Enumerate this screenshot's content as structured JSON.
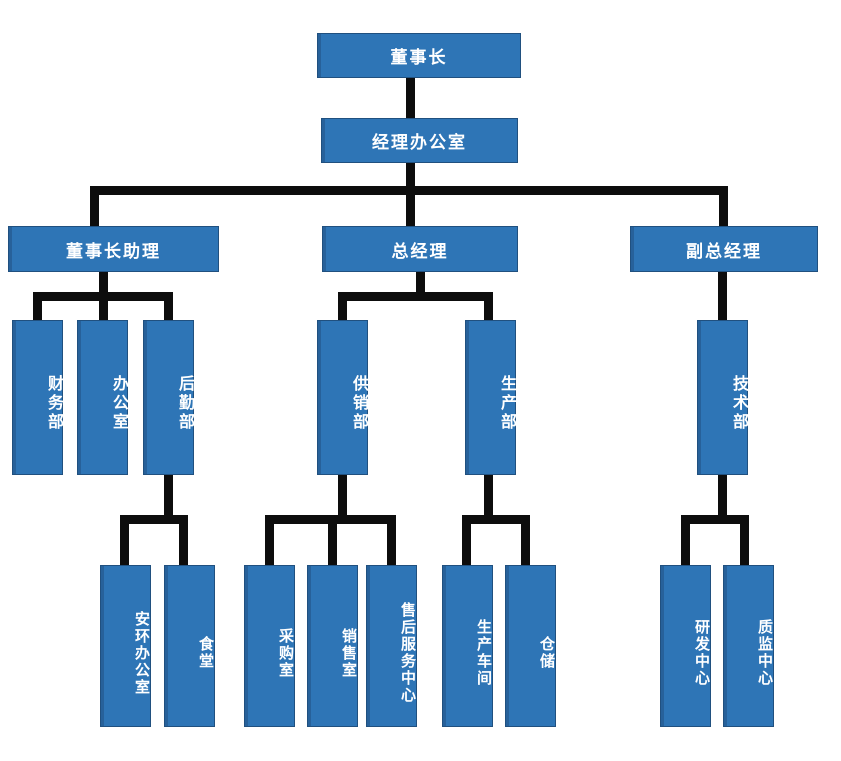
{
  "chart_data": {
    "type": "diagram",
    "diagram_type": "organizational-chart",
    "title": "",
    "orientation": "top-down",
    "node_fill_color": "#2E75B6",
    "node_text_color": "#FFFFFF",
    "connector_color": "#0D0D0D",
    "background_color": "#FFFFFF",
    "levels": [
      {
        "level": 1,
        "labels": [
          "董事长"
        ]
      },
      {
        "level": 2,
        "labels": [
          "经理办公室"
        ]
      },
      {
        "level": 3,
        "labels": [
          "董事长助理",
          "总经理",
          "副总经理"
        ]
      },
      {
        "level": 4,
        "labels": [
          "财务部",
          "办公室",
          "后勤部",
          "供销部",
          "生产部",
          "技术部"
        ]
      },
      {
        "level": 5,
        "labels": [
          "安环办公室",
          "食堂",
          "采购室",
          "销售室",
          "售后服务中心",
          "生产车间",
          "仓储",
          "研发中心",
          "质监中心"
        ]
      }
    ],
    "edges": [
      [
        "董事长",
        "经理办公室"
      ],
      [
        "经理办公室",
        "董事长助理"
      ],
      [
        "经理办公室",
        "总经理"
      ],
      [
        "经理办公室",
        "副总经理"
      ],
      [
        "董事长助理",
        "财务部"
      ],
      [
        "董事长助理",
        "办公室"
      ],
      [
        "董事长助理",
        "后勤部"
      ],
      [
        "总经理",
        "供销部"
      ],
      [
        "总经理",
        "生产部"
      ],
      [
        "副总经理",
        "技术部"
      ],
      [
        "后勤部",
        "安环办公室"
      ],
      [
        "后勤部",
        "食堂"
      ],
      [
        "供销部",
        "采购室"
      ],
      [
        "供销部",
        "销售室"
      ],
      [
        "供销部",
        "售后服务中心"
      ],
      [
        "生产部",
        "生产车间"
      ],
      [
        "生产部",
        "仓储"
      ],
      [
        "技术部",
        "研发中心"
      ],
      [
        "技术部",
        "质监中心"
      ]
    ]
  },
  "nodes": {
    "chairman": "董事长",
    "manager_office": "经理办公室",
    "chairman_assistant": "董事长助理",
    "general_manager": "总经理",
    "deputy_general_manager": "副总经理",
    "finance_dept": "财务部",
    "office_dept": "办公室",
    "logistics_dept": "后勤部",
    "supply_sales_dept": "供销部",
    "production_dept": "生产部",
    "technology_dept": "技术部",
    "safety_env_office": "安环办公室",
    "canteen": "食堂",
    "purchasing_office": "采购室",
    "sales_office": "销售室",
    "after_sales_center": "售后服务中心",
    "production_workshop": "生产车间",
    "warehouse": "仓储",
    "rnd_center": "研发中心",
    "quality_center": "质监中心"
  }
}
